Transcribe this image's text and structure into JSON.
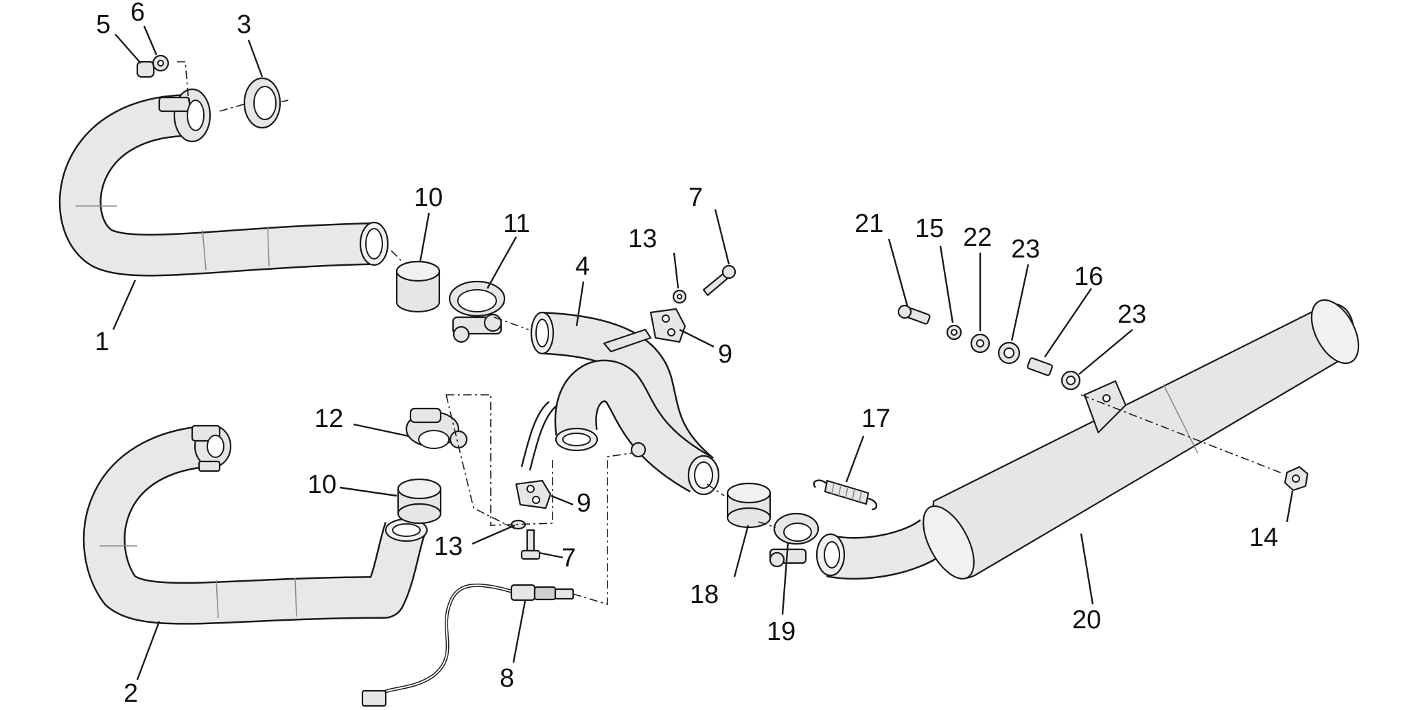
{
  "callouts": {
    "c1": "1",
    "c2": "2",
    "c3": "3",
    "c4": "4",
    "c5": "5",
    "c6": "6",
    "c7a": "7",
    "c7b": "7",
    "c8": "8",
    "c9a": "9",
    "c9b": "9",
    "c10a": "10",
    "c10b": "10",
    "c11": "11",
    "c12": "12",
    "c13a": "13",
    "c13b": "13",
    "c14": "14",
    "c15": "15",
    "c16": "16",
    "c17": "17",
    "c18": "18",
    "c19": "19",
    "c20": "20",
    "c21": "21",
    "c22": "22",
    "c23a": "23",
    "c23b": "23"
  },
  "colors": {
    "line": "#1a1a1a",
    "part_fill": "#e6e6e6",
    "background": "#ffffff"
  }
}
